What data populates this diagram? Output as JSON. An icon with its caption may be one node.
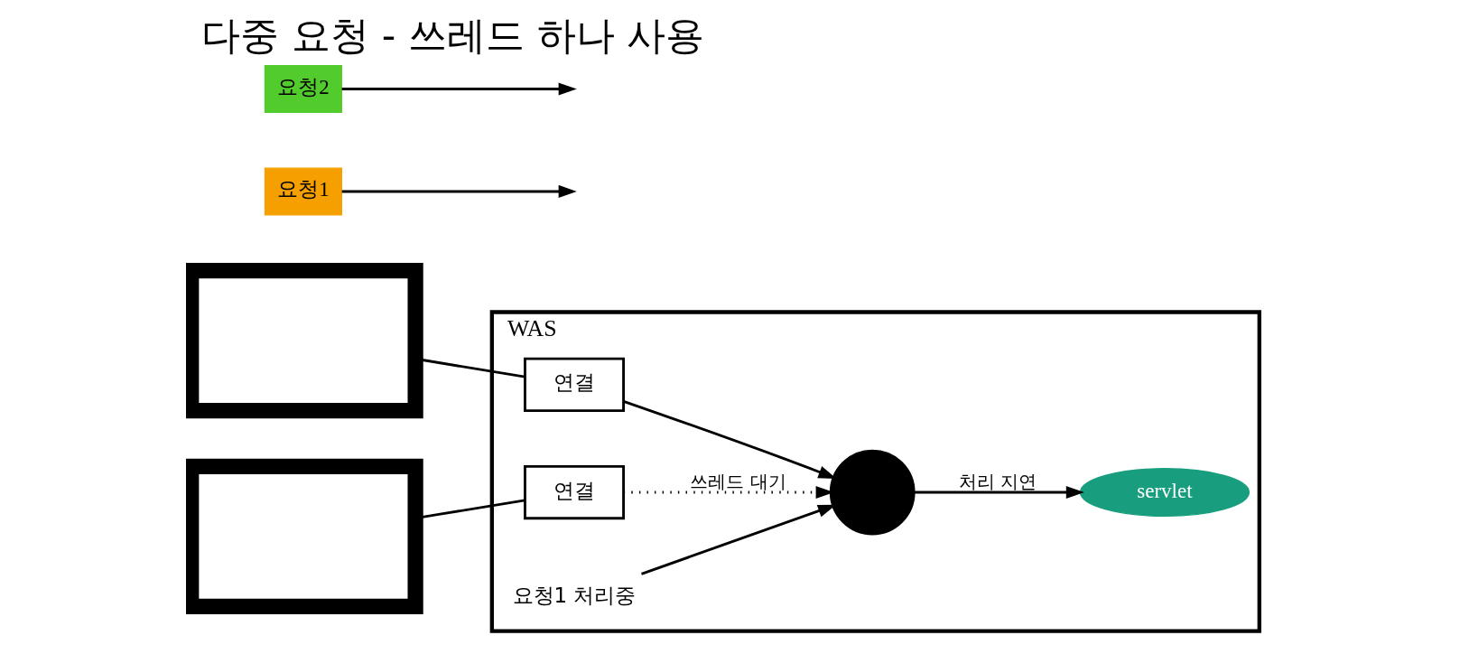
{
  "diagram": {
    "title": "다중 요청 - 쓰레드 하나 사용",
    "nodes": [
      {
        "text": [
          "WAS"
        ]
      },
      {
        "text": [],
        "shape": "monitor"
      },
      {
        "text": [],
        "shape": "monitor"
      },
      {
        "text": [
          "요청1"
        ]
      },
      {
        "text": [
          "요청2"
        ]
      },
      {
        "text": [
          "연결"
        ],
        "in": 0
      },
      {
        "text": [
          "연결"
        ],
        "in": 0
      },
      {
        "text": [
          "요청1 처리중"
        ],
        "in": 0
      },
      {
        "text": [],
        "shape": "circle",
        "in": 0
      },
      {
        "text": [
          "servlet"
        ],
        "in": 0
      }
    ],
    "edges": [
      {
        "from": 3,
        "to": null,
        "arrow": "to"
      },
      {
        "from": 4,
        "to": null,
        "arrow": "to"
      },
      {
        "from": 1,
        "to": 5,
        "arrow": "none"
      },
      {
        "from": 2,
        "to": 6,
        "arrow": "none"
      },
      {
        "from": 5,
        "to": 8,
        "arrow": "to"
      },
      {
        "from": 7,
        "to": 8,
        "arrow": "to"
      },
      {
        "from": 8,
        "to": 9,
        "arrow": "to",
        "label": "처리 지연"
      },
      {
        "from": 6,
        "to": 8,
        "arrow": "to",
        "style": "dashed",
        "label": "쓰레드 대기"
      }
    ]
  }
}
